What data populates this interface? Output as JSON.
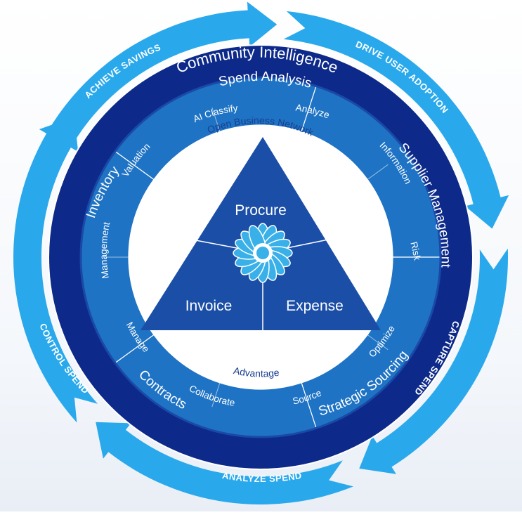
{
  "diagram": {
    "outer_arrows": [
      {
        "label": "ACHIEVE SAVINGS"
      },
      {
        "label": "DRIVE USER ADOPTION"
      },
      {
        "label": "CAPTURE SPEND"
      },
      {
        "label": "ANALYZE SPEND"
      },
      {
        "label": "CONTROL SPEND"
      }
    ],
    "community_ring": {
      "label": "Community Intelligence"
    },
    "segments": [
      {
        "title": "Spend Analysis",
        "subs": [
          "AI Classify",
          "Analyze"
        ]
      },
      {
        "title": "Supplier Management",
        "subs": [
          "Information",
          "Risk"
        ]
      },
      {
        "title": "Strategic Sourcing",
        "subs": [
          "Optimize",
          "Source"
        ]
      },
      {
        "title": "Contracts",
        "subs": [
          "Collaborate",
          "Manage"
        ]
      },
      {
        "title": "Inventory",
        "subs": [
          "Management",
          "Valuation"
        ]
      }
    ],
    "inner_ring": {
      "top_label": "Open Business Network",
      "bottom_label": "Advantage"
    },
    "triangle": {
      "top": "Procure",
      "left": "Invoice",
      "right": "Expense"
    },
    "colors": {
      "arrow": "#29a9ec",
      "dark_navy": "#0d2a8a",
      "ring_blue": "#1a49a8",
      "segment_blue": "#1e73c4",
      "triangle": "#1b4ea6",
      "flower": "#3ab0e8"
    }
  }
}
